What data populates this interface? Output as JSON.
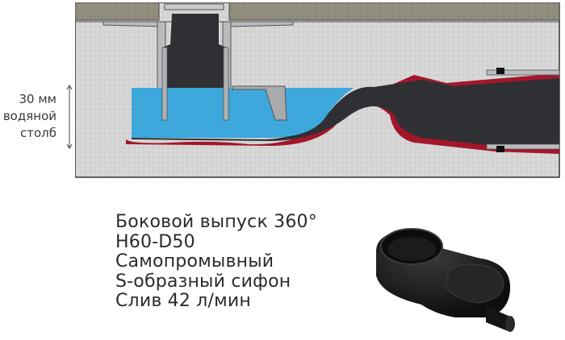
{
  "diagram": {
    "title": "Cross-section of shower drain with S-shaped siphon",
    "colors": {
      "concrete": "#d4d4d4",
      "tile": "#8a8878",
      "water": "#3aa6db",
      "pipe_outline": "#a3162a",
      "pipe_interior": "#2e3033",
      "metal": "#b9bbbd"
    }
  },
  "dimension_label": {
    "lines": [
      "30 мм",
      "водяной",
      "столб"
    ]
  },
  "features": [
    "Боковой выпуск 360°",
    "H60-D50",
    "Самопромывный",
    "S-образный сифон",
    "Слив 42 л/мин"
  ],
  "product_image": {
    "description": "Black plastic drain siphon body"
  }
}
